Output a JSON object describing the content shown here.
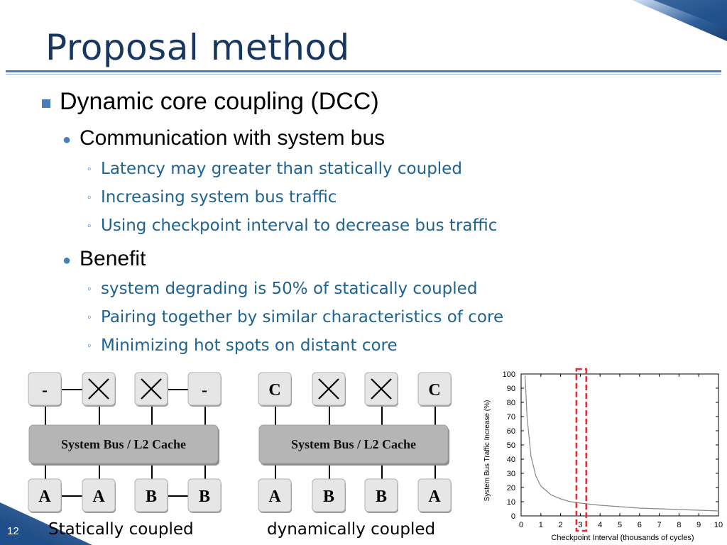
{
  "slide": {
    "title": "Proposal method",
    "bullets": [
      {
        "text": "Dynamic core coupling (DCC)"
      },
      {
        "text": "Communication with system bus",
        "subs": [
          "Latency may  greater than statically coupled",
          "Increasing system bus traffic",
          "Using checkpoint interval to decrease bus traffic"
        ]
      },
      {
        "text": "Benefit",
        "subs": [
          "system degrading is 50% of statically coupled",
          "Pairing together by similar characteristics of core",
          "Minimizing hot spots on distant core"
        ]
      }
    ],
    "page_number": "12"
  },
  "diagrams": [
    {
      "caption": "Statically coupled",
      "bus_label": "System Bus / L2 Cache",
      "top_nodes": [
        "-",
        "X",
        "X",
        "-"
      ],
      "bottom_nodes": [
        "A",
        "A",
        "B",
        "B"
      ]
    },
    {
      "caption": "dynamically coupled",
      "bus_label": "System Bus / L2 Cache",
      "top_nodes": [
        "C",
        "X",
        "X",
        "C"
      ],
      "bottom_nodes": [
        "A",
        "B",
        "B",
        "A"
      ]
    }
  ],
  "chart_data": {
    "type": "line",
    "title": "",
    "xlabel": "Checkpoint Interval (thousands of cycles)",
    "ylabel": "System Bus Traffic Increase (%)",
    "xlim": [
      0,
      10
    ],
    "ylim": [
      0,
      100
    ],
    "x_ticks": [
      "0",
      "1",
      "2",
      "3",
      "4",
      "5",
      "6",
      "7",
      "8",
      "9",
      "10"
    ],
    "y_ticks": [
      "0",
      "10",
      "20",
      "30",
      "40",
      "50",
      "60",
      "70",
      "80",
      "90",
      "100"
    ],
    "series": [
      {
        "x": [
          0.2,
          0.3,
          0.5,
          0.75,
          1,
          1.5,
          2,
          2.5,
          3,
          4,
          5,
          6,
          7,
          8,
          9,
          10
        ],
        "y": [
          99,
          70,
          42,
          28,
          21,
          15,
          12,
          10,
          9,
          7.5,
          6.5,
          5.5,
          5,
          4.5,
          4,
          3.5
        ]
      }
    ],
    "highlight_x": [
      2.8,
      3.3
    ],
    "colors": {
      "line": "#888888",
      "highlight": "#e03030"
    }
  }
}
